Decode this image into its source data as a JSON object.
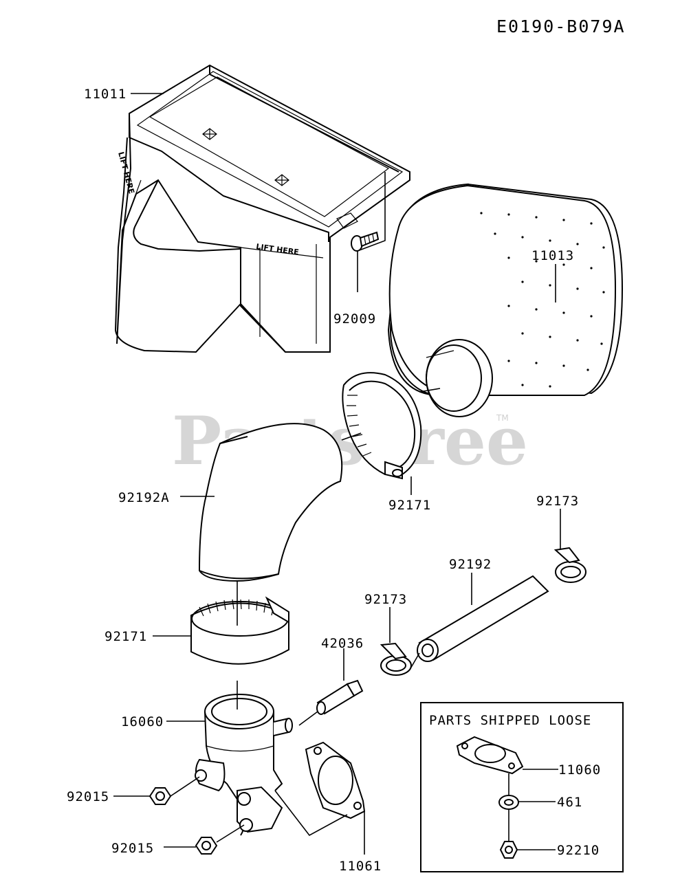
{
  "diagram_code": "E0190-B079A",
  "watermark": {
    "text": "PartsTree",
    "trademark": "TM"
  },
  "cover_embossing": [
    "LIFT HERE",
    "LIFT HERE"
  ],
  "parts_shipped_loose": {
    "title": "PARTS SHIPPED LOOSE",
    "items": [
      "11060",
      "461",
      "92210"
    ]
  },
  "callouts": [
    "11011",
    "92009",
    "11013",
    "92171",
    "92192A",
    "92173",
    "92192",
    "92173",
    "42036",
    "92171",
    "16060",
    "92015",
    "92015",
    "11061"
  ]
}
